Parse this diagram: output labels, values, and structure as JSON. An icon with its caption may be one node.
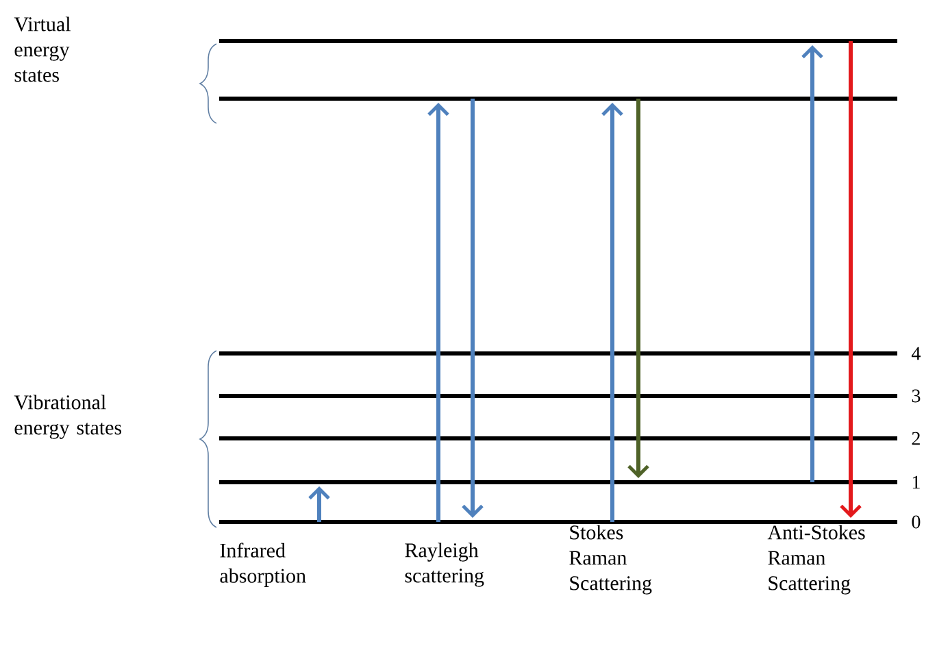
{
  "diagram": {
    "nodes": [
      {
        "text": [],
        "shape": "bar"
      },
      {
        "text": [],
        "shape": "bar"
      },
      {
        "text": [],
        "shape": "bar",
        "beside": [
          "4"
        ]
      },
      {
        "text": [],
        "shape": "bar",
        "beside": [
          "3"
        ]
      },
      {
        "text": [],
        "shape": "bar",
        "beside": [
          "2"
        ]
      },
      {
        "text": [],
        "shape": "bar",
        "beside": [
          "1"
        ]
      },
      {
        "text": [],
        "shape": "bar",
        "beside": [
          "0"
        ]
      }
    ],
    "edges": [
      {
        "from": 6,
        "to": 5,
        "arrow": "to"
      },
      {
        "from": 6,
        "to": 1,
        "arrow": "to"
      },
      {
        "from": 1,
        "to": 6,
        "arrow": "to"
      },
      {
        "from": 6,
        "to": 1,
        "arrow": "to"
      },
      {
        "from": 1,
        "to": 5,
        "arrow": "to",
        "color": "#4f6228"
      },
      {
        "from": 5,
        "to": 0,
        "arrow": "to"
      },
      {
        "from": 0,
        "to": 6,
        "arrow": "to",
        "color": "#e3191c"
      }
    ],
    "labels": [
      "Virtual energy states",
      "Vibrational energy states",
      "Infrared absorption",
      "Rayleigh scattering",
      "Stokes Raman Scattering",
      "Anti-Stokes Raman Scattering"
    ]
  }
}
